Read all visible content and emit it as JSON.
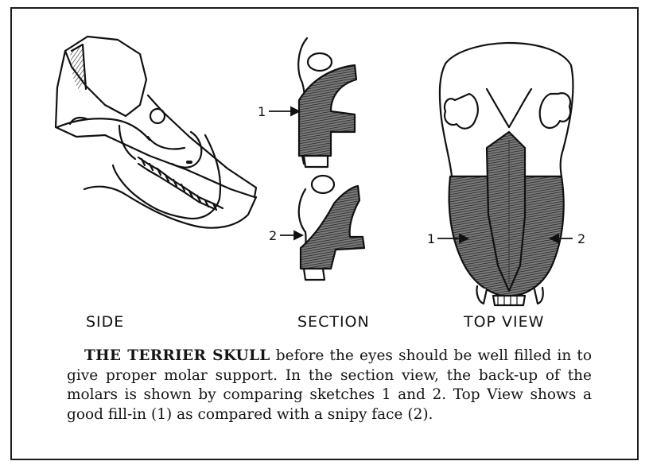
{
  "figure": {
    "views": {
      "side": "SIDE",
      "section": "SECTION",
      "top": "TOP VIEW"
    },
    "markers": {
      "section_1": "1",
      "section_2": "2",
      "top_1": "1",
      "top_2": "2"
    }
  },
  "caption": {
    "heading": "THE TERRIER SKULL",
    "body": " before the eyes should be well filled in to give proper molar support. In the section view, the back-up of the molars is shown by comparing sketches 1 and 2. Top View shows a good fill-in (1) as compared with a snipy face (2)."
  }
}
